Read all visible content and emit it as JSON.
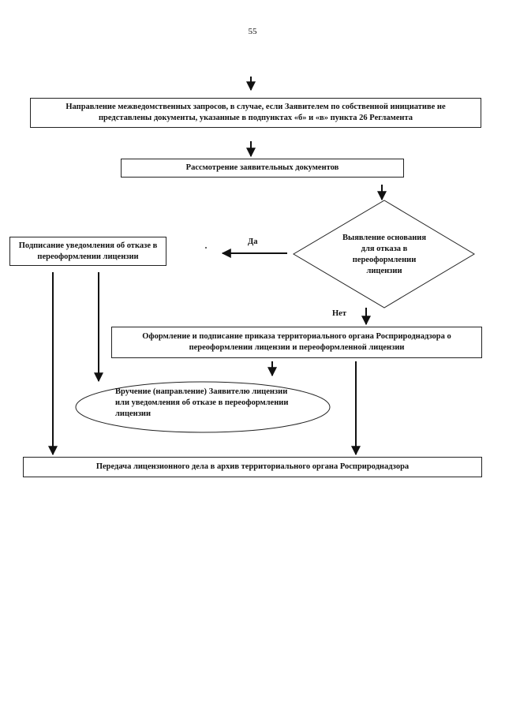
{
  "page": {
    "number": "55"
  },
  "boxes": {
    "requests": "Направление межведомственных запросов, в случае, если Заявителем по собственной инициативе не представлены документы, указанные в подпунктах «б» и «в» пункта 26 Регламента",
    "review": "Рассмотрение заявительных документов",
    "signing_refusal": "Подписание уведомления об отказе в переоформлении лицензии",
    "order": "Оформление и подписание приказа территориального органа Росприроднадзора о переоформлении лицензии и переоформленной лицензии",
    "transfer": "Передача лицензионного дела в архив территориального органа Росприроднадзора"
  },
  "decision": {
    "text": "Выявление основания для отказа в переоформлении лицензии",
    "yes_label": "Да",
    "no_label": "Нет"
  },
  "ellipse": {
    "text": "Вручение (направление) Заявителю лицензии или уведомления об отказе в переоформлении лицензии"
  }
}
